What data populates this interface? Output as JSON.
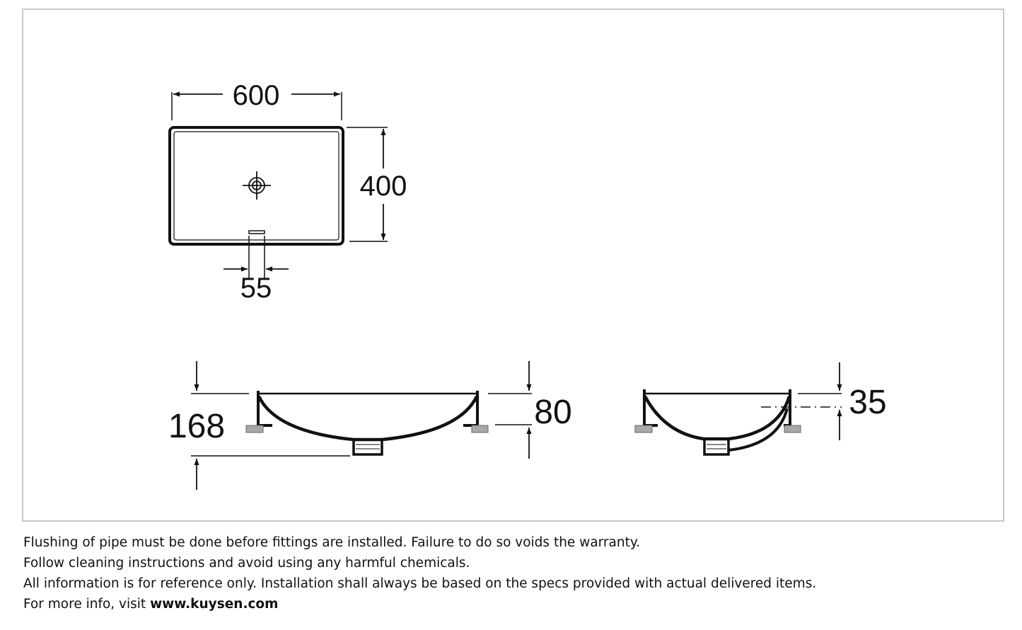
{
  "drawing": {
    "top_view": {
      "width_label": "600",
      "depth_label": "400",
      "overflow_label": "55"
    },
    "front_view": {
      "total_height_label": "168",
      "bowl_depth_label": "80"
    },
    "side_view": {
      "overflow_offset_label": "35"
    },
    "colors": {
      "line": "#111111",
      "bracket": "#a8a8a8",
      "frame": "#c8c8c8"
    }
  },
  "notes": {
    "line1": "Flushing of pipe must be done before fittings are installed. Failure to do so voids the warranty.",
    "line2": "Follow cleaning instructions and avoid using any harmful chemicals.",
    "line3": "All information is for reference only. Installation shall always be based on the specs provided with actual delivered items.",
    "line4_prefix": "For more info, visit ",
    "line4_link": "www.kuysen.com"
  }
}
